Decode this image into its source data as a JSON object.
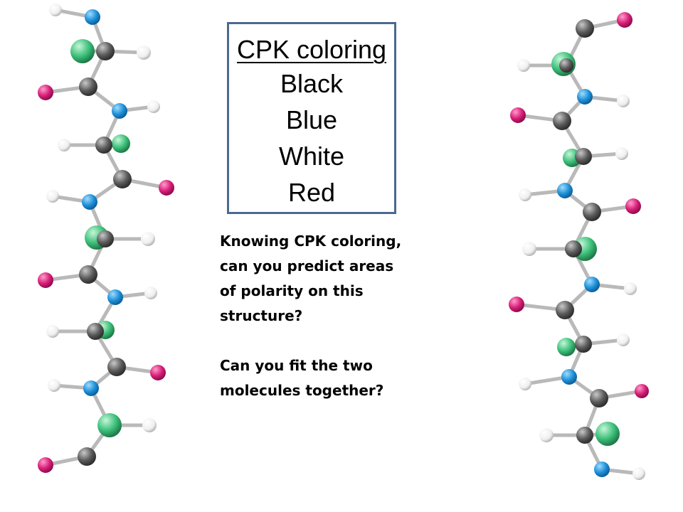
{
  "legend": {
    "title": "CPK coloring",
    "items": [
      "Black",
      "Blue",
      "White",
      "Red"
    ]
  },
  "question": {
    "q1_lines": [
      "Knowing CPK coloring,",
      "can you predict areas",
      "of polarity on this",
      "structure?"
    ],
    "q2_lines": [
      "Can you fit the two",
      "molecules together?"
    ]
  },
  "colors": {
    "carbon": "#5b5b5b",
    "nitrogen": "#1e90d8",
    "hydrogen": "#f4f4f4",
    "oxygen": "#d81e78",
    "side_group": "#3cc07a",
    "legend_border": "#4a6a8f"
  }
}
